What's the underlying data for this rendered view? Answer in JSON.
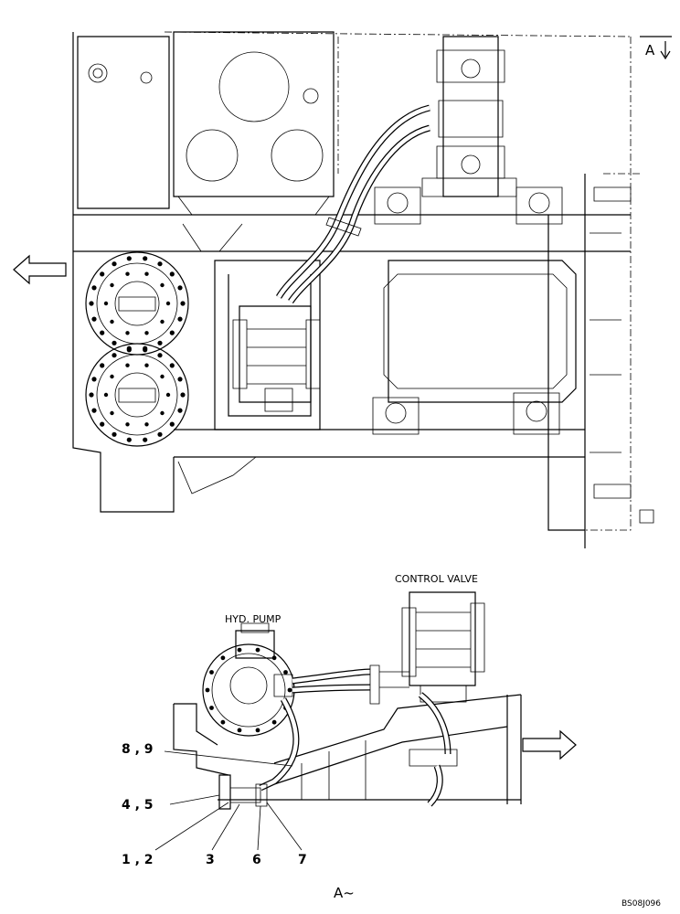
{
  "labels": {
    "view_arrow": "A",
    "view_label": "A~",
    "hyd_pump": "HYD. PUMP",
    "control_valve": "CONTROL VALVE",
    "drawing_code": "BS08J096"
  },
  "callouts": {
    "c_8_9": "8 , 9",
    "c_4_5": "4 , 5",
    "c_1_2": "1 , 2",
    "c_3": "3",
    "c_6": "6",
    "c_7": "7"
  }
}
